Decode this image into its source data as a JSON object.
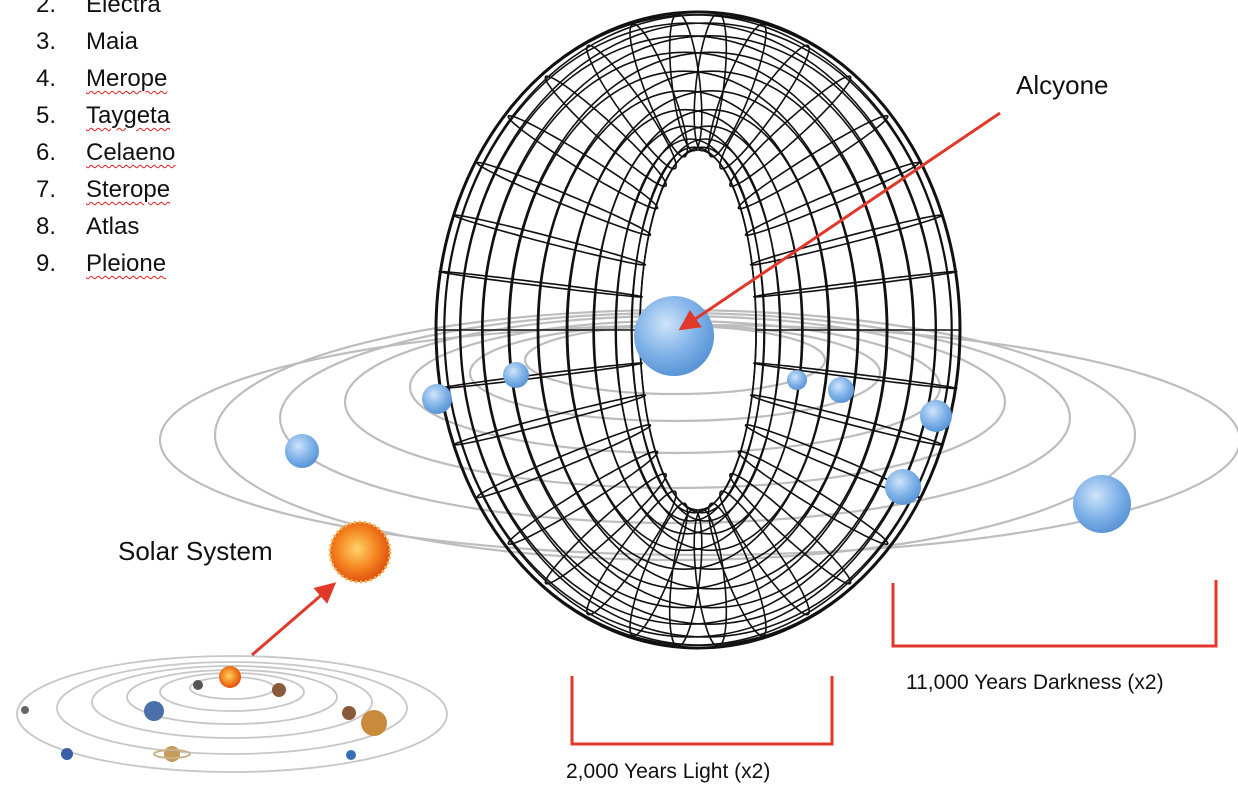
{
  "stars": [
    {
      "num": "2.",
      "name": "Electra",
      "squiggle": false
    },
    {
      "num": "3.",
      "name": "Maia",
      "squiggle": false
    },
    {
      "num": "4.",
      "name": "Merope",
      "squiggle": true
    },
    {
      "num": "5.",
      "name": "Taygeta",
      "squiggle": true
    },
    {
      "num": "6.",
      "name": "Celaeno",
      "squiggle": true
    },
    {
      "num": "7.",
      "name": "Sterope",
      "squiggle": true
    },
    {
      "num": "8.",
      "name": "Atlas",
      "squiggle": false
    },
    {
      "num": "9.",
      "name": "Pleione",
      "squiggle": true
    }
  ],
  "labels": {
    "alcyone": "Alcyone",
    "solar_system": "Solar System",
    "light": "2,000 Years Light (x2)",
    "darkness": "11,000 Years Darkness (x2)"
  },
  "colors": {
    "orbit": "#bdbdbd",
    "mesh": "#111111",
    "planet": "#7fb2e8",
    "arrow": "#e0392b",
    "bracket": "#e0392b",
    "sun": "#f07a1a"
  }
}
